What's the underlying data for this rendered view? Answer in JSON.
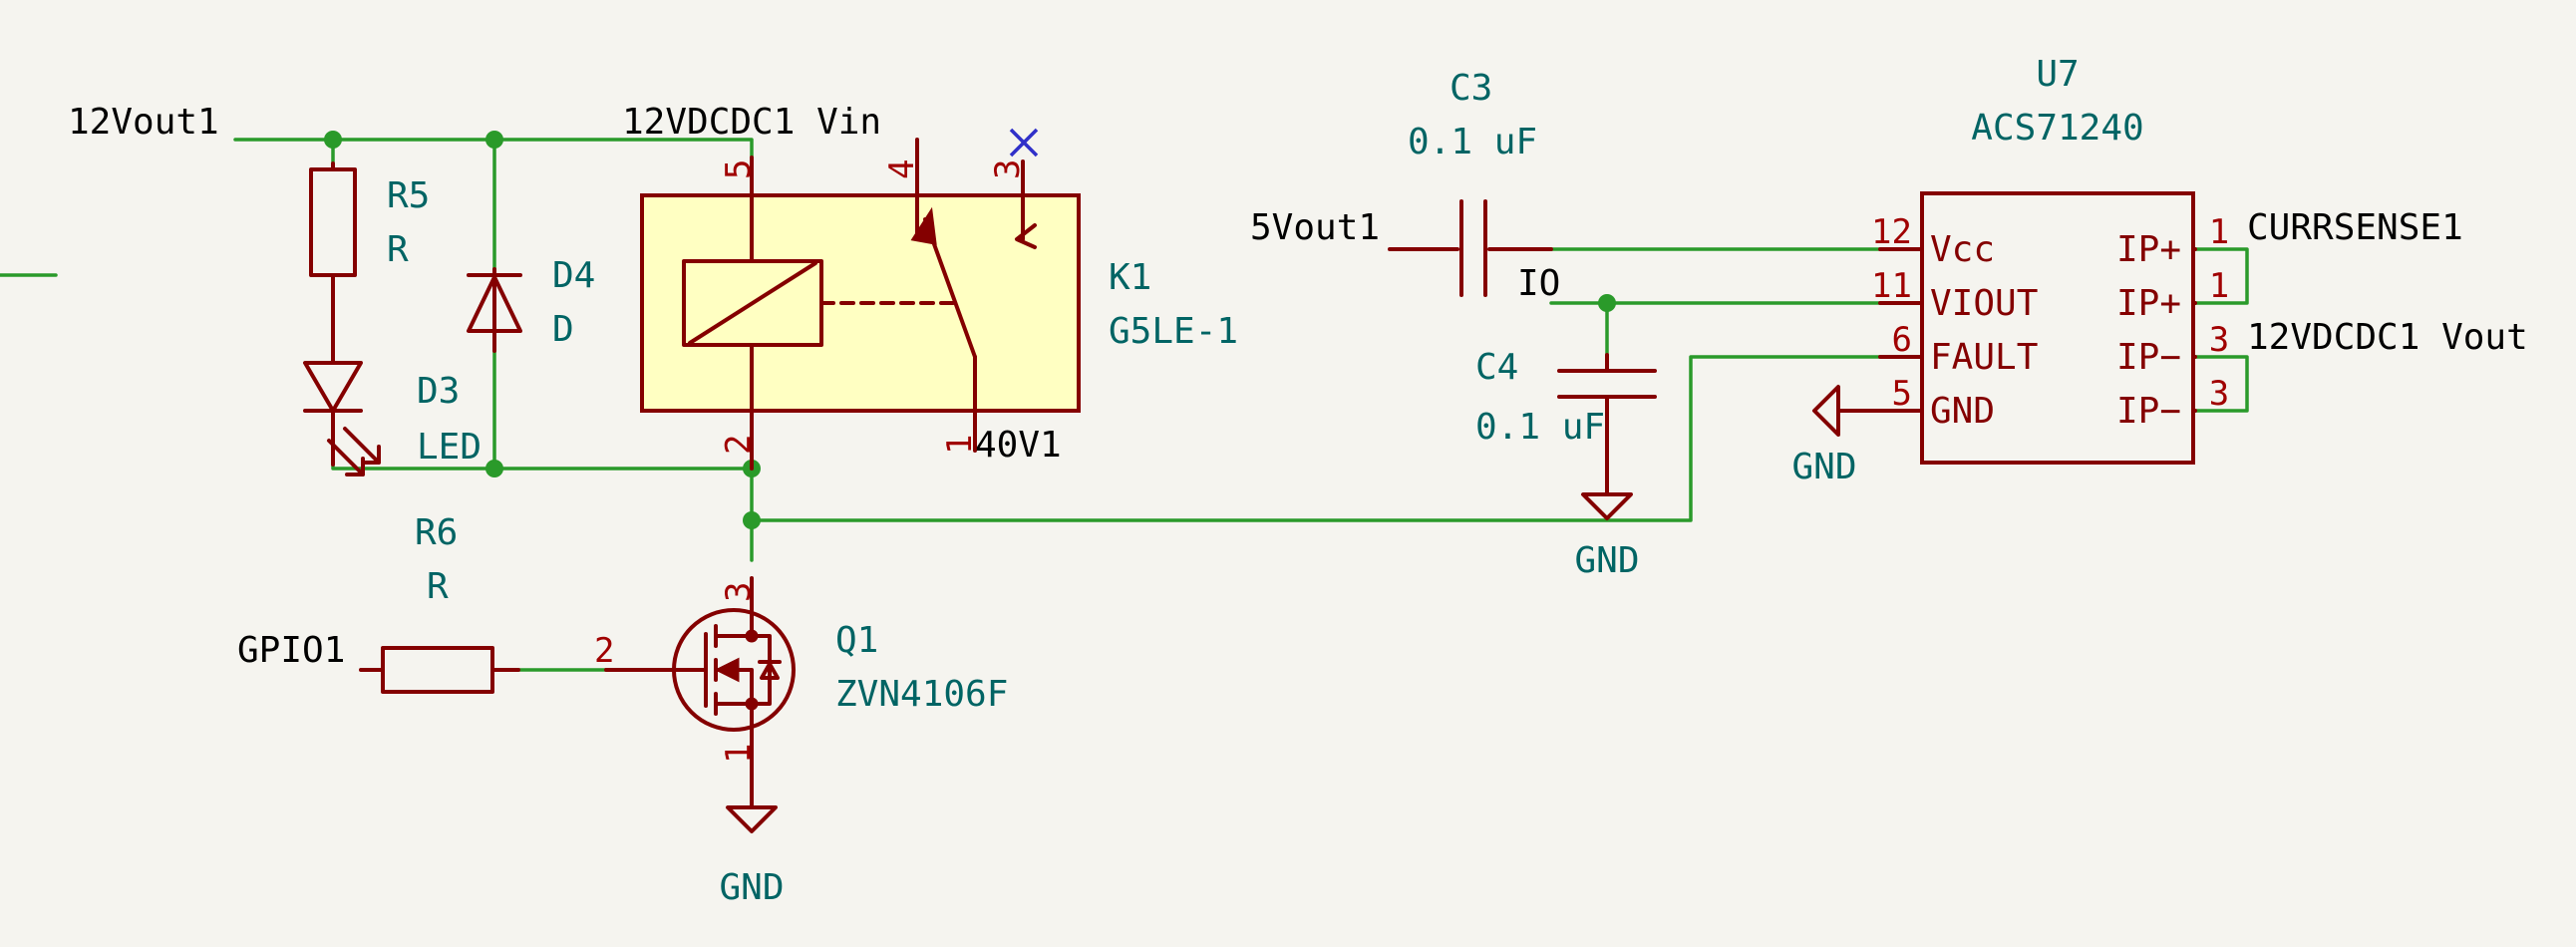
{
  "nets": {
    "v12_out": "12Vout1",
    "dcdc_vin": "12VDCDC1 Vin",
    "v40": "40V1",
    "gpio": "GPIO1",
    "v5_out": "5Vout1",
    "io": "IO",
    "curr_sense": "CURRSENSE1",
    "dcdc_vout": "12VDCDC1 Vout",
    "gnd": "GND"
  },
  "components": {
    "r5": {
      "ref": "R5",
      "value": "R"
    },
    "d4": {
      "ref": "D4",
      "value": "D"
    },
    "d3": {
      "ref": "D3",
      "value": "LED"
    },
    "k1": {
      "ref": "K1",
      "value": "G5LE-1",
      "pins": [
        "5",
        "4",
        "3",
        "2",
        "1"
      ]
    },
    "r6": {
      "ref": "R6",
      "value": "R"
    },
    "q1": {
      "ref": "Q1",
      "value": "ZVN4106F",
      "pins": [
        "3",
        "2",
        "1"
      ]
    },
    "c3": {
      "ref": "C3",
      "value": "0.1 uF"
    },
    "c4": {
      "ref": "C4",
      "value": "0.1 uF"
    },
    "u7": {
      "ref": "U7",
      "value": "ACS71240",
      "left_pins": [
        {
          "num": "12",
          "name": "Vcc"
        },
        {
          "num": "11",
          "name": "VIOUT"
        },
        {
          "num": "6",
          "name": "FAULT"
        },
        {
          "num": "5",
          "name": "GND"
        }
      ],
      "right_pins": [
        {
          "num": "1",
          "name": "IP+"
        },
        {
          "num": "1",
          "name": "IP+"
        },
        {
          "num": "3",
          "name": "IP−"
        },
        {
          "num": "3",
          "name": "IP−"
        }
      ]
    }
  },
  "colors": {
    "wire": "#2a9a2a",
    "symbol": "#840000",
    "reference": "#006464",
    "relay_body": "#ffffc2",
    "no_connect": "#3030c8",
    "background": "#f5f4ef"
  }
}
